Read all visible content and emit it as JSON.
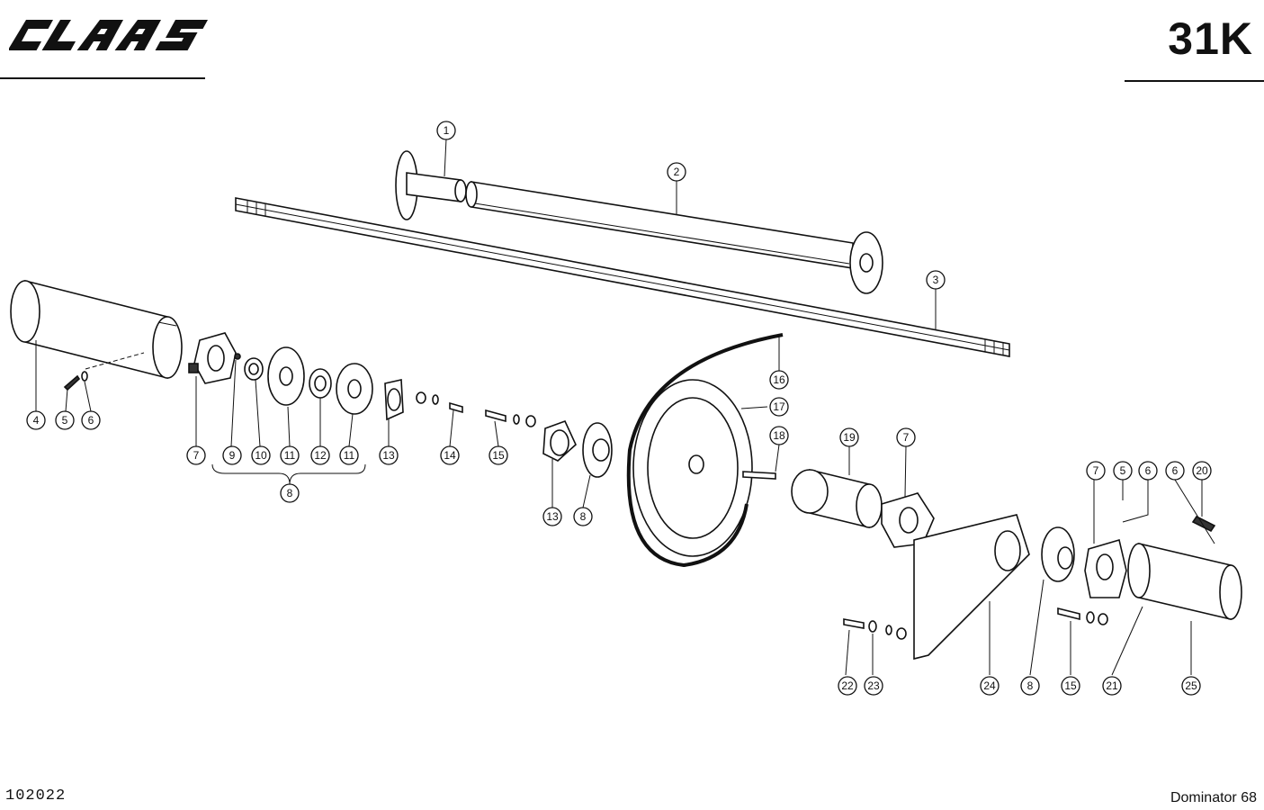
{
  "header": {
    "brand_logo_text": "CLAAS",
    "page_code": "31K"
  },
  "footer": {
    "document_number": "102022",
    "model": "Dominator 68"
  },
  "callouts": [
    "1",
    "2",
    "3",
    "4",
    "5",
    "6",
    "7",
    "8",
    "9",
    "10",
    "11",
    "12",
    "13",
    "14",
    "15",
    "16",
    "17",
    "18",
    "19",
    "20",
    "21",
    "22",
    "23",
    "24",
    "25"
  ],
  "colors": {
    "ink": "#111111",
    "paper": "#ffffff"
  }
}
